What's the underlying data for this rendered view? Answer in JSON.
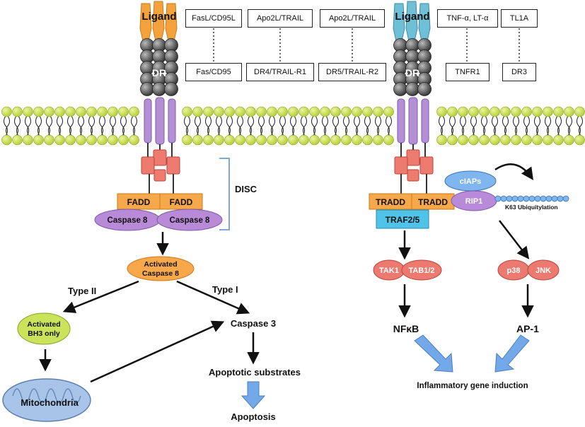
{
  "colors": {
    "membrane": "#cfe24a",
    "ligand_left": "#f4a23c",
    "ligand_right": "#6fc0d6",
    "receptor": "#555555",
    "transmembrane": "#b58fd6",
    "death_domain": "#ee7b70",
    "fadd": "#f7a84a",
    "caspase": "#b88ad8",
    "traf": "#4fc3e8",
    "ciaps": "#7fb6f0",
    "bh3": "#c9e35a",
    "mito": "#a8c4e8",
    "red_node": "#ec7a70",
    "blue_arrow": "#73a9e8"
  },
  "left_pathway": {
    "ligand_label": "Ligand",
    "receptor_label": "DR",
    "disc_label": "DISC",
    "fadd_left": "FADD",
    "fadd_right": "FADD",
    "caspase8_left": "Caspase 8",
    "caspase8_right": "Caspase 8",
    "activated_caspase8_line1": "Activated",
    "activated_caspase8_line2": "Caspase 8",
    "type2_label": "Type II",
    "type1_label": "Type I",
    "bh3_line1": "Activated",
    "bh3_line2": "BH3 only",
    "mitochondria_label": "Mitochondria",
    "caspase3_label": "Caspase 3",
    "substrates_label": "Apoptotic substrates",
    "apoptosis_label": "Apoptosis"
  },
  "right_pathway": {
    "ligand_label": "Ligand",
    "receptor_label": "DR",
    "tradd_left": "TRADD",
    "tradd_right": "TRADD",
    "traf_label": "TRAF2/5",
    "ciaps_label": "cIAPs",
    "rip1_label": "RIP1",
    "ubiquitylation_label": "K63 Ubiquitylation",
    "tak1_label": "TAK1",
    "tab12_label": "TAB1/2",
    "p38_label": "p38",
    "jnk_label": "JNK",
    "nfkb_label": "NFκB",
    "ap1_label": "AP-1",
    "inflammatory_label": "Inflammatory gene induction"
  },
  "ligand_receptor_pairs": [
    {
      "ligand": "FasL/CD95L",
      "receptor": "Fas/CD95"
    },
    {
      "ligand": "Apo2L/TRAIL",
      "receptor": "DR4/TRAIL-R1"
    },
    {
      "ligand": "Apo2L/TRAIL",
      "receptor": "DR5/TRAIL-R2"
    },
    {
      "ligand": "TNF-α, LT-α",
      "receptor": "TNFR1"
    },
    {
      "ligand": "TL1A",
      "receptor": "DR3"
    }
  ]
}
